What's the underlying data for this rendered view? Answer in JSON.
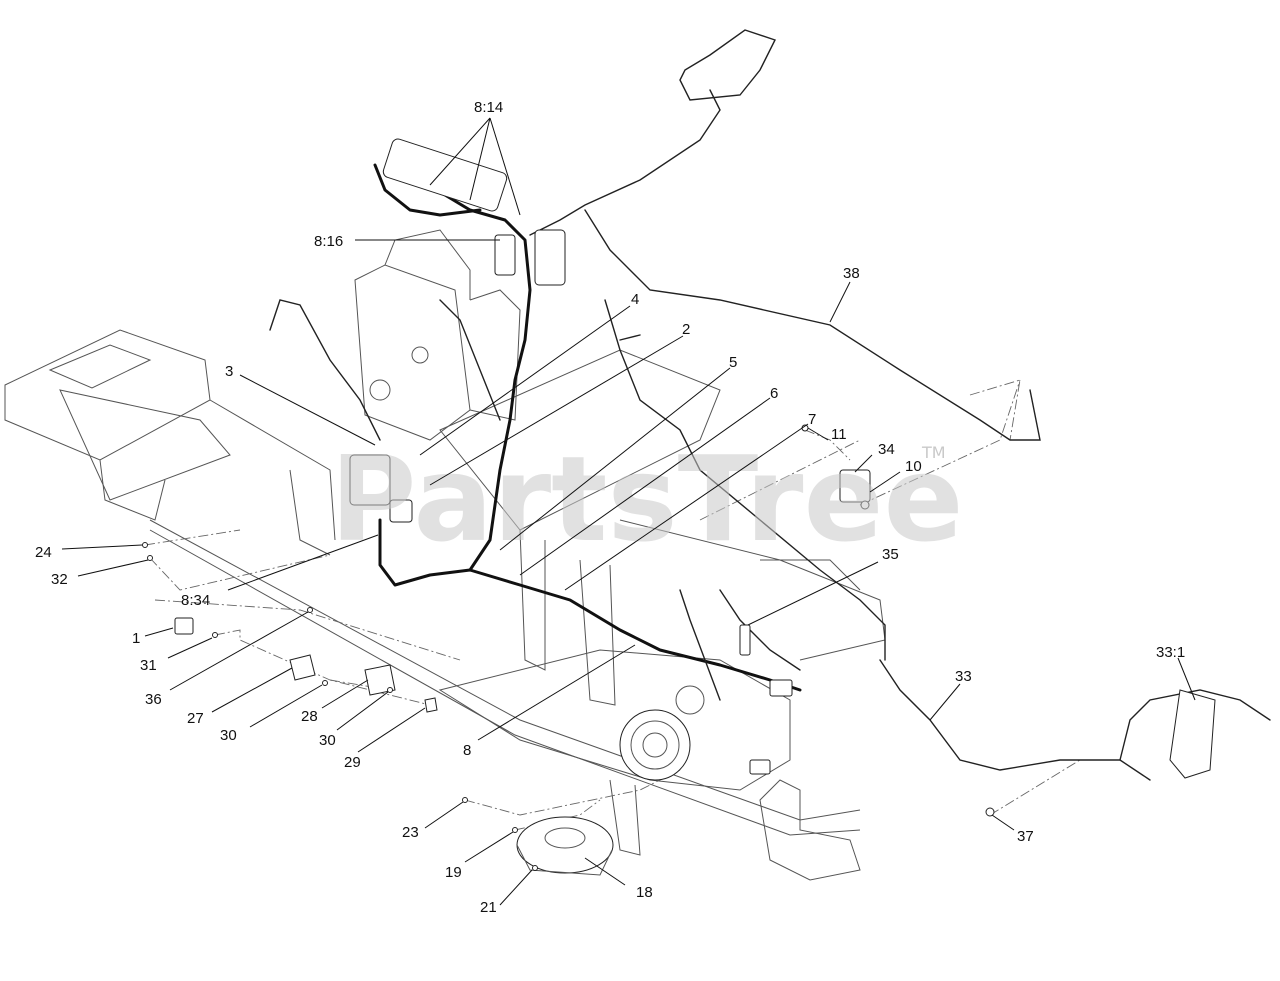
{
  "watermark": {
    "brand": "PartsTree",
    "trademark": "TM"
  },
  "callouts": [
    {
      "id": "c-8-14",
      "label": "8:14"
    },
    {
      "id": "c-8-16",
      "label": "8:16"
    },
    {
      "id": "c-38",
      "label": "38"
    },
    {
      "id": "c-4",
      "label": "4"
    },
    {
      "id": "c-2",
      "label": "2"
    },
    {
      "id": "c-3",
      "label": "3"
    },
    {
      "id": "c-5",
      "label": "5"
    },
    {
      "id": "c-6",
      "label": "6"
    },
    {
      "id": "c-7",
      "label": "7"
    },
    {
      "id": "c-11",
      "label": "11"
    },
    {
      "id": "c-34",
      "label": "34"
    },
    {
      "id": "c-10",
      "label": "10"
    },
    {
      "id": "c-24",
      "label": "24"
    },
    {
      "id": "c-32",
      "label": "32"
    },
    {
      "id": "c-8-34",
      "label": "8:34"
    },
    {
      "id": "c-35",
      "label": "35"
    },
    {
      "id": "c-1",
      "label": "1"
    },
    {
      "id": "c-31",
      "label": "31"
    },
    {
      "id": "c-36",
      "label": "36"
    },
    {
      "id": "c-27",
      "label": "27"
    },
    {
      "id": "c-28",
      "label": "28"
    },
    {
      "id": "c-30a",
      "label": "30"
    },
    {
      "id": "c-30b",
      "label": "30"
    },
    {
      "id": "c-29",
      "label": "29"
    },
    {
      "id": "c-8",
      "label": "8"
    },
    {
      "id": "c-33-1",
      "label": "33:1"
    },
    {
      "id": "c-33",
      "label": "33"
    },
    {
      "id": "c-23",
      "label": "23"
    },
    {
      "id": "c-19",
      "label": "19"
    },
    {
      "id": "c-18",
      "label": "18"
    },
    {
      "id": "c-21",
      "label": "21"
    },
    {
      "id": "c-37",
      "label": "37"
    }
  ]
}
